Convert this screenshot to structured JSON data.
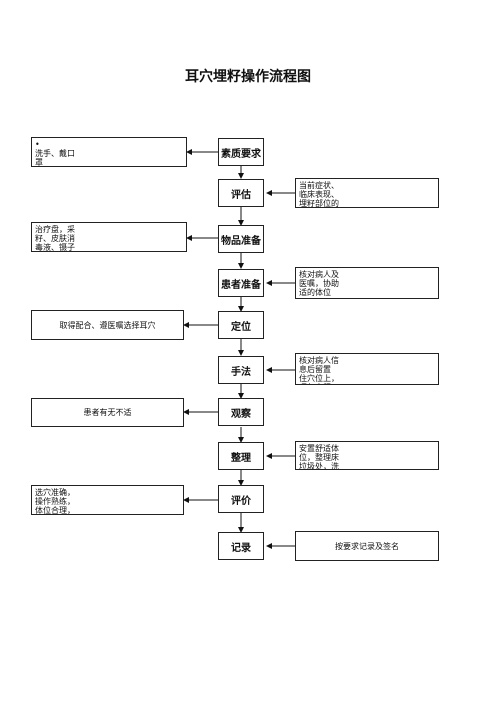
{
  "title": "耳穴埋籽操作流程图",
  "steps": [
    "素质要求",
    "评估",
    "物品准备",
    "患者准备",
    "定位",
    "手法",
    "观察",
    "整理",
    "评价",
    "记录"
  ],
  "left_notes": {
    "n1": "•\n洗手、戴口\n罩",
    "n3": "治疗盘，采\n籽、皮肤消\n毒液、镊子\n、棉签、探",
    "n5": "取得配合、遵医嘱选择耳穴",
    "n7": "患者有无不适",
    "n9": "选穴准确，\n操作熟练，\n体位合理，\n患者感觉"
  },
  "right_notes": {
    "n2": "当前症状、\n临床表现、\n埋籽部位的\n皮肤情况",
    "n4": "核对病人及\n医嘱，协助\n适的体位",
    "n6": "核对病人信\n息后留置\n住穴位上，\n嘱勿忘留\n意事项",
    "n8": "安置舒适体\n位，整理床\n垃圾处，洗\n手",
    "n10": "按要求记录及签名"
  }
}
